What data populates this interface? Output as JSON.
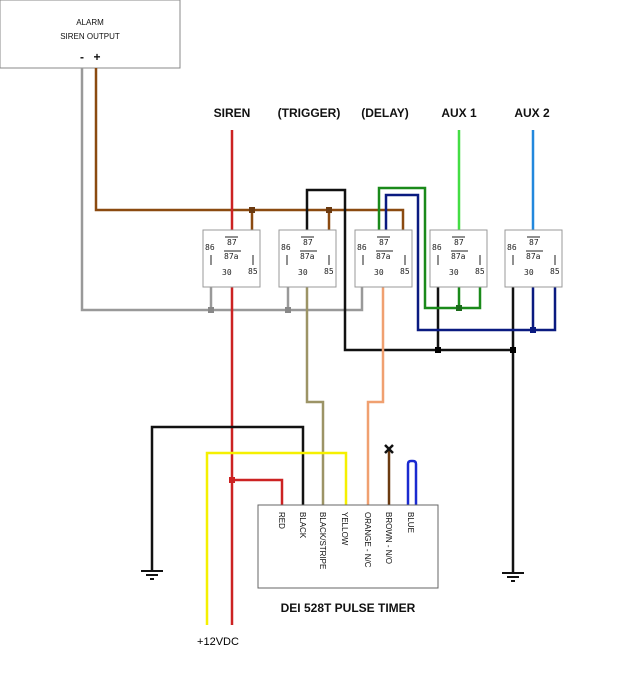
{
  "alarm": {
    "line1": "ALARM",
    "line2": "SIREN OUTPUT",
    "minus": "-",
    "plus": "+"
  },
  "relay_labels": [
    "SIREN",
    "(TRIGGER)",
    "(DELAY)",
    "AUX 1",
    "AUX 2"
  ],
  "relay_pins": {
    "p86": "86",
    "p87": "87",
    "p87a": "87a",
    "p30": "30",
    "p85": "85"
  },
  "timer": {
    "title": "DEI  528T  PULSE TIMER",
    "wires": [
      "RED",
      "BLACK",
      "BLACK/STRIPE",
      "YELLOW",
      "ORANGE - N/C",
      "BROWN - N/O",
      "BLUE"
    ]
  },
  "power_label": "+12VDC",
  "colors": {
    "red": "#cc2222",
    "brown": "#8b4a10",
    "gray": "#999999",
    "black": "#111111",
    "yellow": "#f5f000",
    "olive": "#9c9466",
    "orange": "#f0a070",
    "green": "#1a8a1a",
    "lightgreen": "#44dd44",
    "blue": "#2288dd",
    "navy": "#0a1a80"
  }
}
